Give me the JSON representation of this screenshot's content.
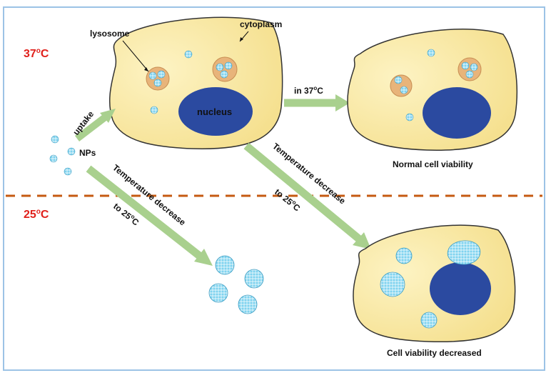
{
  "panel": {
    "temp_37": "37",
    "temp_25": "25",
    "degree_sup": "o",
    "degree_unit": "C"
  },
  "labels": {
    "lysosome": "lysosome",
    "cytoplasm": "cytoplasm",
    "nucleus": "nucleus",
    "uptake": "uptake",
    "nps": "NPs",
    "in37_prefix": "in 37",
    "in37_sup": "o",
    "in37_unit": "C",
    "temp_decrease": "Temperature decrease",
    "to25_prefix": "to 25",
    "to25_sup": "o",
    "to25_unit": "C",
    "normal": "Normal cell viability",
    "decreased": "Cell viability decreased"
  },
  "colors": {
    "frame": "#9cc3e6",
    "cell_fill": "#fbeeae",
    "cell_stroke": "#333333",
    "nucleus": "#2b4aa0",
    "lysosome": "#e8b47a",
    "np": "#7fd3ef",
    "arrow": "#a9d08e",
    "divider": "#c55a11",
    "temperature_text": "#e0201b"
  }
}
